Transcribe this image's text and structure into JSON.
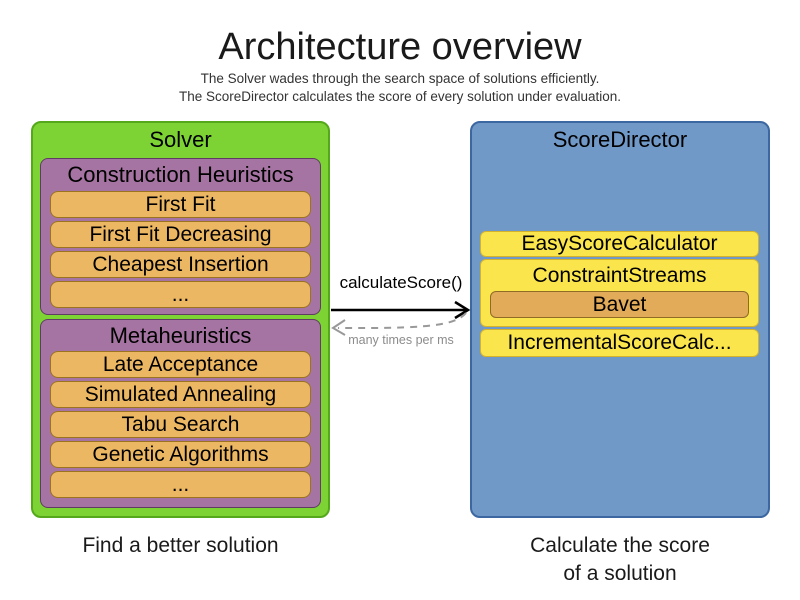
{
  "header": {
    "title": "Architecture overview",
    "subtitle_line1": "The Solver wades through the search space of solutions efficiently.",
    "subtitle_line2": "The ScoreDirector calculates the score of every solution under evaluation."
  },
  "solver": {
    "title": "Solver",
    "caption": "Find a better solution",
    "construction_heuristics": {
      "title": "Construction Heuristics",
      "items": [
        "First Fit",
        "First Fit Decreasing",
        "Cheapest Insertion",
        "..."
      ]
    },
    "metaheuristics": {
      "title": "Metaheuristics",
      "items": [
        "Late Acceptance",
        "Simulated Annealing",
        "Tabu Search",
        "Genetic Algorithms",
        "..."
      ]
    }
  },
  "scoredirector": {
    "title": "ScoreDirector",
    "caption_line1": "Calculate the score",
    "caption_line2": "of a solution",
    "easy_score_calculator": "EasyScoreCalculator",
    "constraint_streams": {
      "title": "ConstraintStreams",
      "items": [
        "Bavet"
      ]
    },
    "incremental_score_calculator": "IncrementalScoreCalc..."
  },
  "arrows": {
    "call_label": "calculateScore()",
    "call_direction": "solver-to-scoredirector",
    "frequency_label": "many times per ms",
    "return_direction": "scoredirector-to-solver"
  },
  "colors": {
    "solver_fill": "#7dd334",
    "solver_border": "#55a81b",
    "heuristic_group_fill": "#a674a2",
    "heuristic_group_border": "#5f3d63",
    "heuristic_item_fill": "#ebb763",
    "heuristic_item_border": "#9c731f",
    "scoredirector_fill": "#7199c8",
    "scoredirector_border": "#3c67a1",
    "calculator_fill": "#fae54d",
    "calculator_border": "#d4b32a",
    "bavet_fill": "#e2ab59",
    "call_arrow": "#000000",
    "return_arrow": "#999999",
    "frequency_text": "#8c8c8c"
  }
}
